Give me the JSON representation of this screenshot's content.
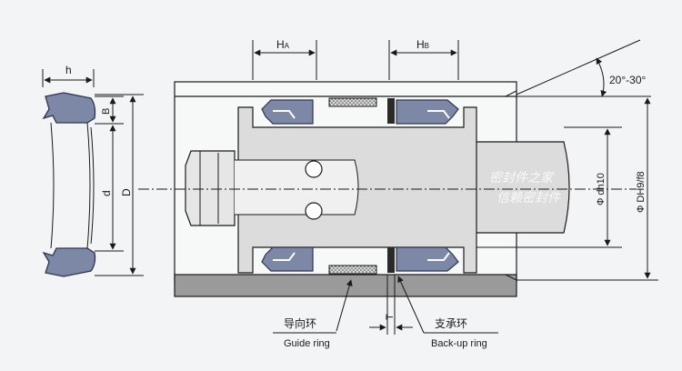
{
  "labels": {
    "h": "h",
    "B": "B",
    "d": "d",
    "D": "D",
    "HA_main": "H",
    "HA_sub": "A",
    "HB_main": "H",
    "HB_sub": "B",
    "angle": "20°-30°",
    "dh10": "Ф dh10",
    "DH9f8": "Ф DH9/f8",
    "T": "T",
    "guide_zh": "导向环",
    "guide_en": "Guide ring",
    "backup_zh": "支承环",
    "backup_en": "Back-up ring"
  },
  "watermark": {
    "line1": "密封件之家",
    "line2": "信赖密封件"
  },
  "colors": {
    "background": "#f2f4f5",
    "seal": "#7d87a6",
    "seal_stroke": "#2f3550",
    "piston": "#dcdcdc",
    "cylinder_bottom": "#9a9a9a",
    "line": "#1a1a1a"
  }
}
